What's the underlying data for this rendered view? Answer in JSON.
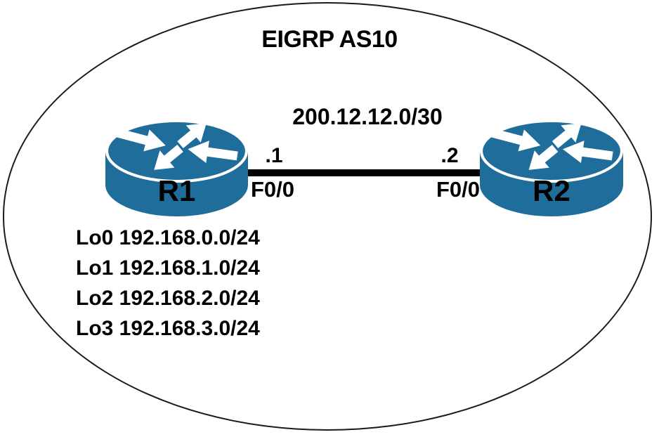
{
  "diagram": {
    "title": "EIGRP AS10",
    "link": {
      "network": "200.12.12.0/30",
      "left_ip": ".1",
      "right_ip": ".2",
      "left_interface": "F0/0",
      "right_interface": "F0/0"
    },
    "routers": [
      {
        "name": "R1"
      },
      {
        "name": "R2"
      }
    ],
    "loopbacks": [
      "Lo0 192.168.0.0/24",
      "Lo1 192.168.1.0/24",
      "Lo2 192.168.2.0/24",
      "Lo3 192.168.3.0/24"
    ],
    "colors": {
      "router_blue": "#1e6d9b",
      "text": "#000000",
      "ellipse_outline": "#1a1a1a",
      "link_line": "#000000"
    }
  }
}
